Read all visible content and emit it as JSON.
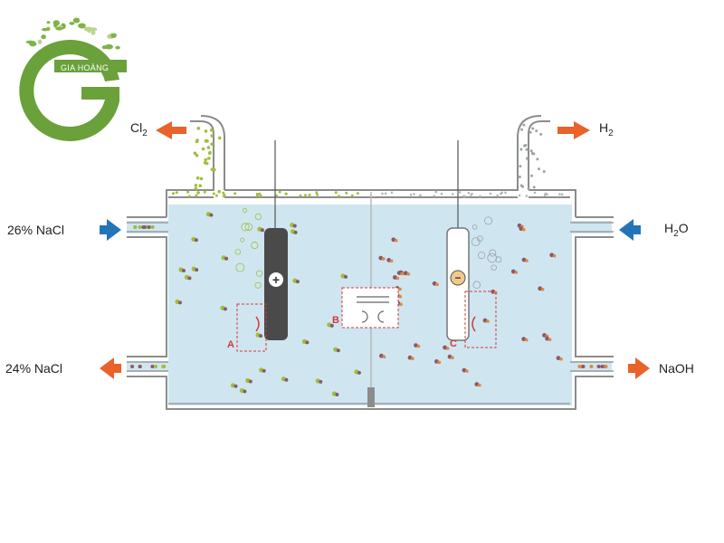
{
  "logo": {
    "brand_text": "GIA HOÀNG"
  },
  "labels": {
    "cl2": {
      "main": "Cl",
      "sub": "2"
    },
    "h2": {
      "main": "H",
      "sub": "2"
    },
    "nacl_in": "26% NaCl",
    "nacl_out": "24% NaCl",
    "h2o": {
      "main": "H",
      "sub": "2",
      "tail": "O"
    },
    "naoh": "NaOH"
  },
  "markers": {
    "a": "A",
    "b": "B",
    "c": "C"
  },
  "electrodes": {
    "anode_sign": "+",
    "cathode_sign": "−"
  },
  "colors": {
    "solution": "#cfe6f1",
    "wall": "#8c8c8c",
    "arrow_out": "#e8622a",
    "arrow_in": "#2474b8",
    "chlorine_particle": "#9fbf3a",
    "sodium_particle": "#8a5a6a",
    "logo_green": "#6aa13b",
    "anode": "#4a4a4a",
    "cathode": "#ffffff",
    "marker_red": "#d43a3a"
  }
}
